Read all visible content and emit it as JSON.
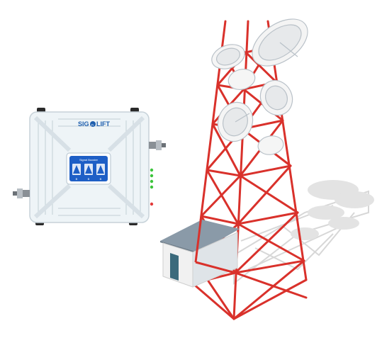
{
  "booster": {
    "logo_text_left": "SIG",
    "logo_text_mid": "n",
    "logo_text_right": "LIFT",
    "screen_title": "Signal Booster",
    "band_labels": [
      "B",
      "B",
      "B"
    ],
    "led_colors": [
      "#3cc43c",
      "#3cc43c",
      "#3cc43c",
      "#3cc43c",
      "#e23b3b"
    ]
  },
  "colors": {
    "tower_red": "#d9312b",
    "tower_white": "#f3f3f3",
    "booster_body": "#eef4f7",
    "screen_blue": "#1e5fc6",
    "shed_wall": "#f1f1f1",
    "shed_roof": "#8a9aa8",
    "shed_door": "#3b6a7c"
  },
  "icons": [
    "cell-tower-icon",
    "signal-booster-icon",
    "equipment-shed-icon",
    "satellite-dish-icon"
  ]
}
